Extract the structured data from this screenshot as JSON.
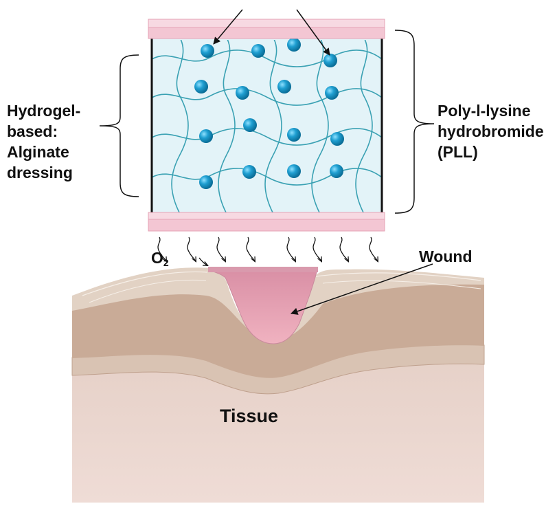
{
  "labels": {
    "dressing_lines": [
      "Hydrogel-",
      "based:",
      "Alginate",
      "dressing"
    ],
    "pll_lines": [
      "Poly-l-lysine",
      "hydrobromide",
      "(PLL)"
    ],
    "wound": "Wound",
    "oxygen_main": "O",
    "oxygen_sub": "2",
    "tissue": "Tissue"
  },
  "colors": {
    "membrane": "#f3c6d3",
    "membrane_stroke": "#e4a3b6",
    "gel_fill": "#e3f3f8",
    "fiber": "#3aa1b3",
    "bead": "#1f9fd1",
    "wound_fill": "#eaa2b4",
    "skin_top": "#e9ddd2",
    "dermis": "#c9ab97",
    "cell_layer": "#d8bfae",
    "tissue_fill": "#ead6cf"
  },
  "icons": [
    "arrow-icon",
    "bead-icon",
    "brace-icon"
  ]
}
